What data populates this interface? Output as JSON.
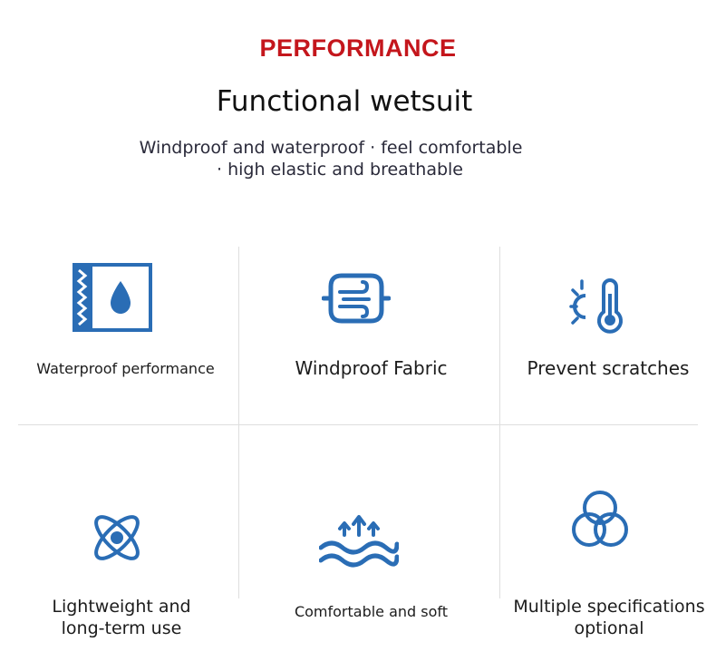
{
  "header": {
    "heading": "PERFORMANCE",
    "title": "Functional wetsuit",
    "subtitle_lines": [
      "Windproof and waterproof · feel comfortable",
      "· high elastic and breathable"
    ]
  },
  "accent_color": "#c4161c",
  "icon_color": "#2a6db5",
  "features": [
    {
      "icon": "waterproof-icon",
      "label_lines": [
        "Waterproof performance"
      ]
    },
    {
      "icon": "wind-icon",
      "label_lines": [
        "Windproof Fabric"
      ]
    },
    {
      "icon": "thermometer-sun-icon",
      "label_lines": [
        "Prevent scratches"
      ]
    },
    {
      "icon": "atom-icon",
      "label_lines": [
        "Lightweight and",
        "long-term use"
      ]
    },
    {
      "icon": "waves-arrows-icon",
      "label_lines": [
        "Comfortable and soft"
      ]
    },
    {
      "icon": "three-circles-icon",
      "label_lines": [
        "Multiple specifications",
        "optional"
      ]
    }
  ]
}
